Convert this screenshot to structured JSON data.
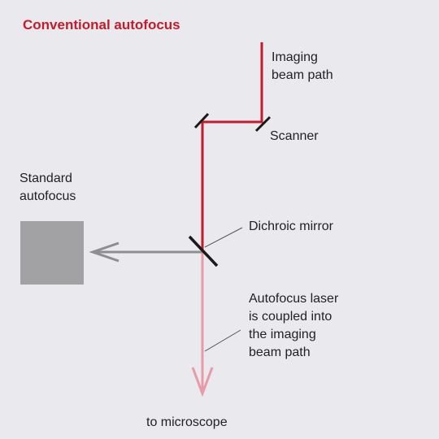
{
  "title": "Conventional autofocus",
  "labels": {
    "imaging_beam_path": "Imaging\nbeam path",
    "scanner": "Scanner",
    "standard_autofocus": "Standard\nautofocus",
    "dichroic_mirror": "Dichroic mirror",
    "autofocus_laser": "Autofocus laser\nis coupled into\nthe imaging\nbeam path",
    "to_microscope": "to microscope"
  },
  "colors": {
    "background": "#eae9ed",
    "imaging_beam": "#c31c2d",
    "autofocus_beam_combined": "#e89aa6",
    "autofocus_return": "#8e8e92",
    "mirror": "#1a1a1a",
    "autofocus_box": "#a2a2a5",
    "leader_line": "#555555"
  }
}
